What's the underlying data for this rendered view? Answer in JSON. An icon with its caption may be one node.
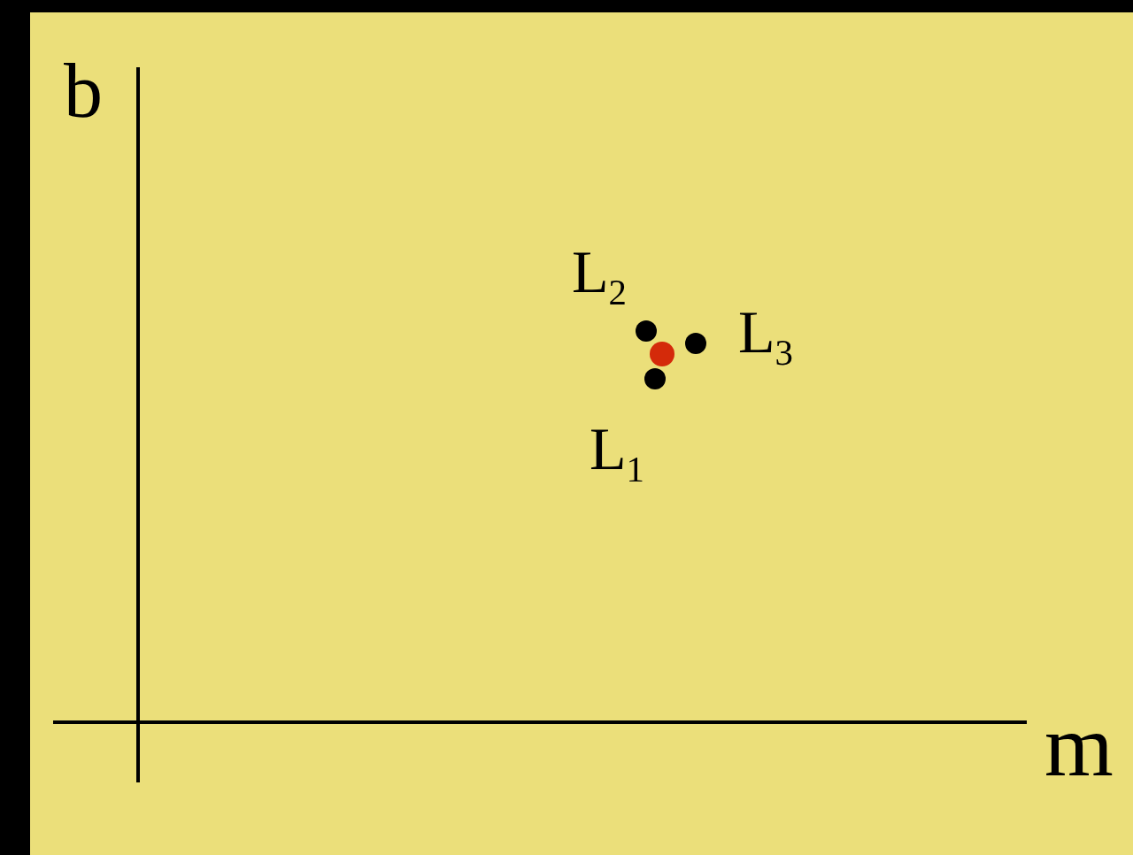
{
  "diagram": {
    "labels": [
      "b",
      "L$_{2}$",
      "L$_{3}$",
      "L$_{1}$",
      "m"
    ]
  }
}
